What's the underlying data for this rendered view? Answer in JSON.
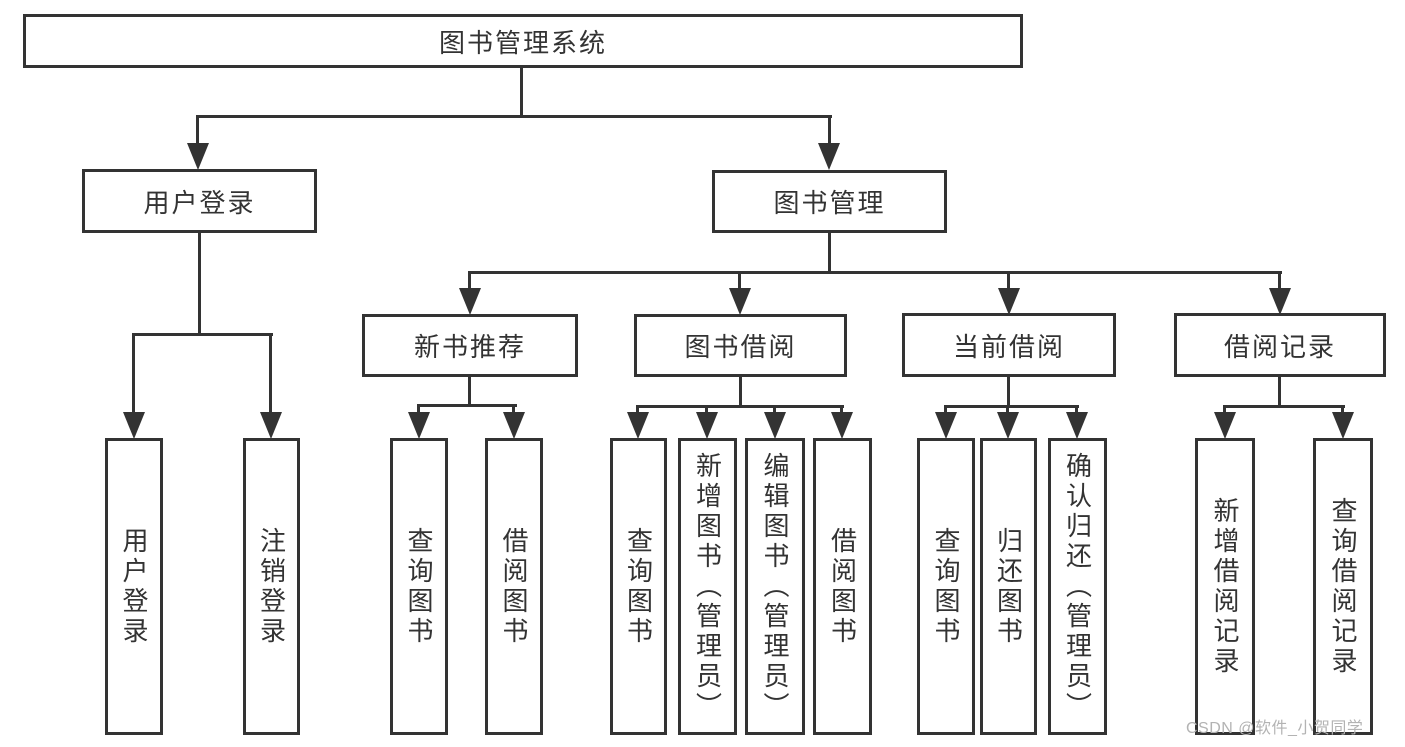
{
  "colors": {
    "line": "#333333",
    "text": "#333333",
    "background": "#ffffff",
    "watermark": "#b3b3b3"
  },
  "watermark": "CSDN @软件_小贺同学",
  "diagram": {
    "type": "hierarchy-tree",
    "root": "图书管理系统",
    "level1": [
      "用户登录",
      "图书管理"
    ],
    "level2": [
      "新书推荐",
      "图书借阅",
      "当前借阅",
      "借阅记录"
    ],
    "leaves": {
      "user_login": [
        "用户登录",
        "注销登录"
      ],
      "new_book_recommendation": [
        "查询图书",
        "借阅图书"
      ],
      "book_borrowing": [
        "查询图书",
        "新增图书（管理员）",
        "编辑图书（管理员）",
        "借阅图书"
      ],
      "current_borrowing": [
        "查询图书",
        "归还图书",
        "确认归还（管理员）"
      ],
      "borrowing_records": [
        "新增借阅记录",
        "查询借阅记录"
      ]
    }
  }
}
